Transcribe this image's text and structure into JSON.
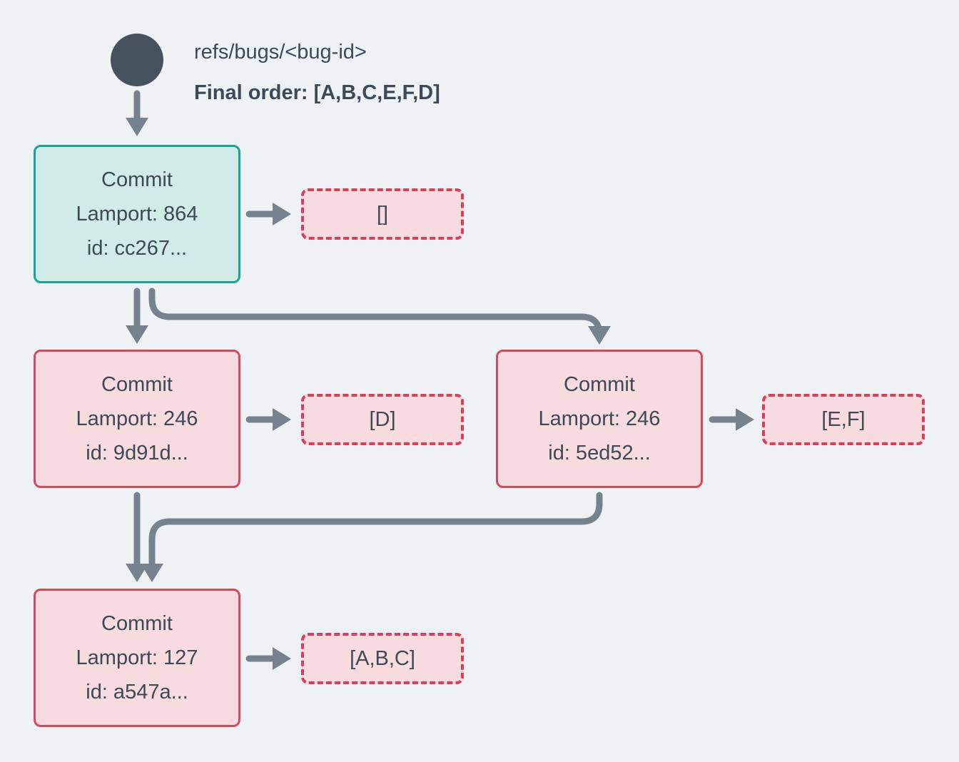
{
  "colors": {
    "background": "#EEF2F5",
    "text": "#3D4A56",
    "teal_border": "#18A495",
    "teal_fill": "#D0EBE8",
    "red_border": "#D5495E",
    "red_dashed": "#D6405B",
    "pink_fill": "#F8DBDE",
    "arrow": "#76838F",
    "ref_circle": "#46535F"
  },
  "header": {
    "ref_name": "refs/bugs/<bug-id>",
    "final_order": "Final order: [A,B,C,E,F,D]"
  },
  "commits": {
    "root": {
      "title": "Commit",
      "lamport": "Lamport: 864",
      "id": "id: cc267...",
      "operations": "[]"
    },
    "left": {
      "title": "Commit",
      "lamport": "Lamport: 246",
      "id": "id: 9d91d...",
      "operations": "[D]"
    },
    "right": {
      "title": "Commit",
      "lamport": "Lamport: 246",
      "id": "id: 5ed52...",
      "operations": "[E,F]"
    },
    "merge": {
      "title": "Commit",
      "lamport": "Lamport: 127",
      "id": "id: a547a...",
      "operations": "[A,B,C]"
    }
  }
}
